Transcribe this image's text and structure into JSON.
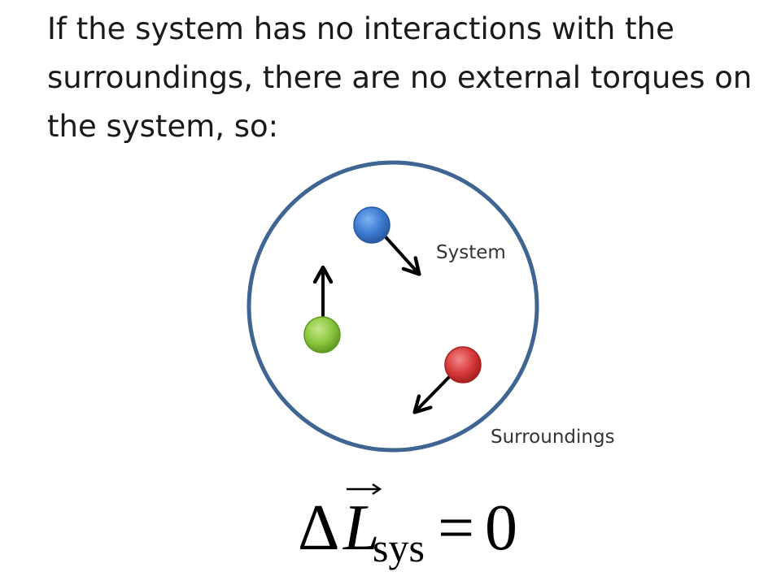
{
  "slide": {
    "title": "If the system has no interactions with the surroundings, there are no external torques on the system, so:"
  },
  "diagram": {
    "system_label": "System",
    "surroundings_label": "Surroundings",
    "colors": {
      "boundary": "#3f6593",
      "particle_blue": "#3c7bd2",
      "particle_green": "#8cc63f",
      "particle_red": "#d83a3a",
      "arrow": "#000000"
    }
  },
  "equation": {
    "delta": "Δ",
    "symbol": "L",
    "vector_arrow": "→",
    "subscript": "sys",
    "equals": "=",
    "rhs": "0"
  }
}
